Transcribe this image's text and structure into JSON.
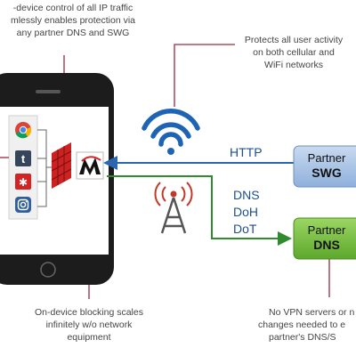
{
  "callouts": {
    "top_left": [
      "-device control of all IP traffic",
      "mlessly enables protection via",
      "any partner DNS and SWG"
    ],
    "top_right": [
      "Protects all user activity",
      "on both cellular and",
      "WiFi networks"
    ],
    "bottom_left": [
      "On-device blocking scales",
      "infinitely w/o network",
      "equipment"
    ],
    "bottom_right": [
      "No VPN servers or n",
      "changes needed to e",
      "partner's DNS/S"
    ]
  },
  "protocols": {
    "http": "HTTP",
    "dns": [
      "DNS",
      "DoH",
      "DoT"
    ]
  },
  "partners": {
    "swg": {
      "line1": "Partner",
      "line2": "SWG"
    },
    "dns": {
      "line1": "Partner",
      "line2": "DNS"
    }
  },
  "apps": [
    "chrome-icon",
    "tumblr-icon",
    "yelp-icon",
    "instagram-icon"
  ],
  "app_letters": {
    "tumblr": "t",
    "instagram": "◘",
    "yelp": "✱"
  },
  "colors": {
    "callout_line": "#9e2a3a",
    "http_arrow": "#2b66b0",
    "dns_arrow": "#2e8b2e",
    "swg_box": "#a9c3e6",
    "dns_box": "#7cc244",
    "wifi": "#1e64b4",
    "tower": "#c0392b",
    "firewall": "#cc2222"
  }
}
